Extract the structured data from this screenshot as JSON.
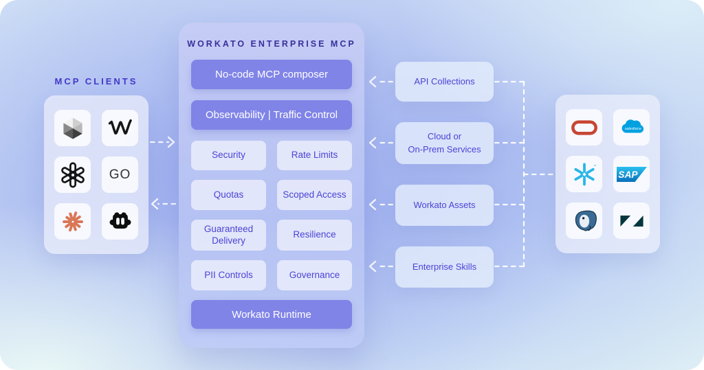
{
  "diagram": {
    "clients": {
      "label": "MCP CLIENTS",
      "icons": [
        "cube-logo",
        "windsurf-w-logo",
        "openai-logo",
        "go-logo",
        "claude-logo",
        "bot-logo"
      ],
      "go_text": "GO"
    },
    "mcp": {
      "title": "WORKATO ENTERPRISE MCP",
      "composer": "No-code MCP composer",
      "observability": "Observability | Traffic Control",
      "capabilities": [
        "Security",
        "Rate Limits",
        "Quotas",
        "Scoped Access",
        "Guaranteed Delivery",
        "Resilience",
        "PII Controls",
        "Governance"
      ],
      "runtime": "Workato Runtime"
    },
    "sources": [
      {
        "lines": [
          "API Collections"
        ]
      },
      {
        "lines": [
          "Cloud or",
          "On-Prem Services"
        ]
      },
      {
        "lines": [
          "Workato Assets"
        ]
      },
      {
        "lines": [
          "Enterprise Skills"
        ]
      }
    ],
    "services": {
      "icons": [
        "oracle-logo",
        "salesforce-logo",
        "snowflake-logo",
        "sap-logo",
        "postgresql-logo",
        "zendesk-logo"
      ],
      "salesforce_text": "salesforce",
      "sap_text": "SAP"
    },
    "colors": {
      "accent_purple": "#8084e7",
      "text_purple": "#4a43d6",
      "heading_indigo": "#37309c",
      "label_indigo": "#4338ca",
      "claude_coral": "#d97757",
      "oracle_red": "#c74634",
      "salesforce_blue": "#00a1e0",
      "snowflake_blue": "#29b5e8",
      "sap_blue": "#0a6fba",
      "postgres_blue": "#396b94",
      "zendesk_teal": "#03363d",
      "connector_white": "#ffffff"
    }
  }
}
